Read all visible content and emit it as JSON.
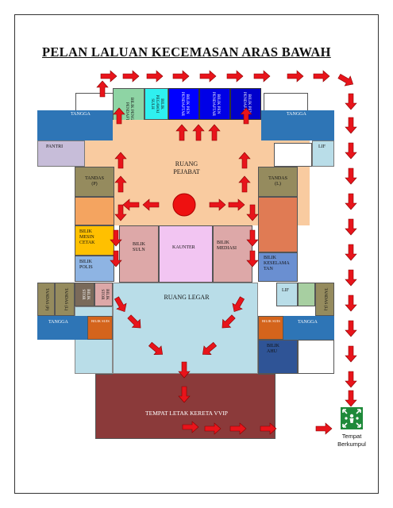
{
  "title": "PELAN LALUAN KECEMASAN ARAS BAWAH",
  "rooms": {
    "bilik_pengurus": "BILIK PENGURUS PENDAFTAR",
    "bilik_pegawai_sulh": "BILIK PEGAWAI SULH",
    "bilik_pen_pendaftar_1": "BILIK PEN PENDAFTAR",
    "bilik_pen_pendaftar_2": "BILIK PEN PENDAFTAR",
    "bilik_pen_pendaftar_3": "BILIK PEN PENDAFTAR",
    "tangga_top_left": "TANGGA",
    "tangga_top_right": "TANGGA",
    "pantri": "PANTRI",
    "lif_top": "LIF",
    "ruang_pejabat": "RUANG PEJABAT",
    "tandas_p": "TANDAS (P)",
    "tandas_l": "TANDAS (L)",
    "bilik_mesin_cetak": "BILIK MESIN CETAK",
    "bilik_polis": "BILIK POLIS",
    "bilik_suln": "BILIK SULN",
    "kaunter": "KAUNTER",
    "bilik_mediasi": "BILIK MEDIASI",
    "bilik_keselamatan": "BILIK KESELAMA TAN",
    "ruang_legar": "RUANG LEGAR",
    "lif_bottom": "LIF",
    "tandas_l_bottom": "TANDAS (L)",
    "tandas_p_bottom": "TANDAS (P)",
    "bilik_stor_1": "BILIK STOR",
    "bilik_stor_2": "BILIK STOR",
    "tangga_bottom_left": "TANGGA",
    "tangga_bottom_right": "TANGGA",
    "bilik_suis_left": "BILIK SUIS",
    "bilik_suis_right": "BILIK SUIS",
    "bilik_ahu": "BILIK AHU",
    "parking": "TEMPAT LETAK KERETA VVIP"
  },
  "assembly": {
    "label_line1": "Tempat",
    "label_line2": "Berkumpul",
    "icon": "assembly-point-icon",
    "icon_color": "#1f8a3a"
  },
  "colors": {
    "arrow": "#e8141b",
    "arrow_stroke": "#8a0000",
    "ruang_pejabat": "#f9cba0",
    "ruang_legar": "#b9dde8",
    "parking": "#8b3a3a",
    "tangga": "#2e75b6",
    "tandas": "#958b5e",
    "red_circle": "#ee1111"
  }
}
